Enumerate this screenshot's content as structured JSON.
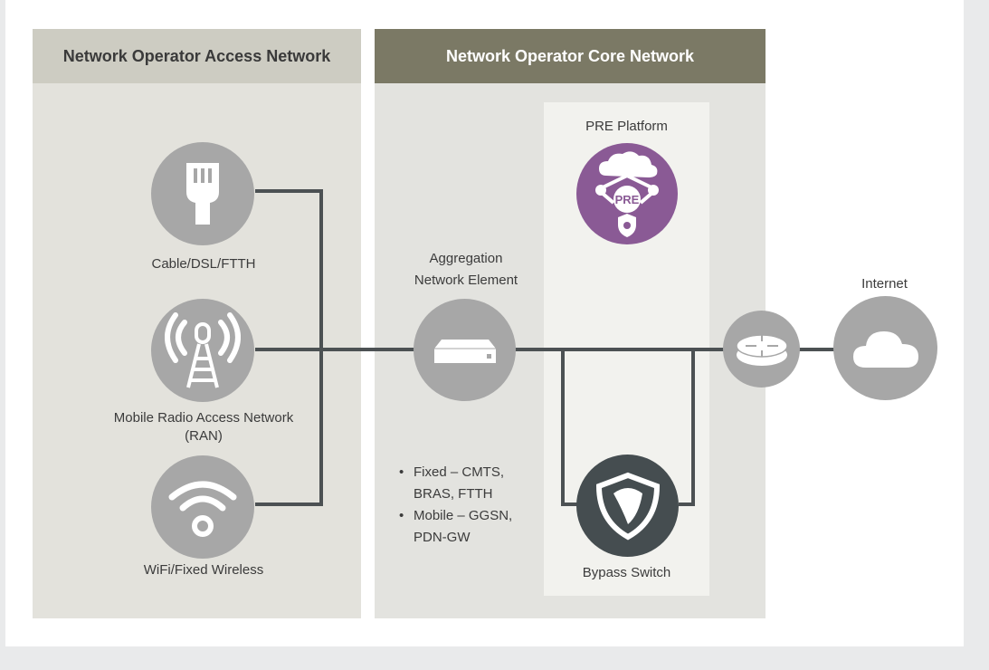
{
  "panels": {
    "access_title": "Network Operator Access Network",
    "core_title": "Network Operator Core Network"
  },
  "nodes": {
    "cable": {
      "label": "Cable/DSL/FTTH",
      "icon": "ethernet-plug-icon"
    },
    "ran": {
      "label_line1": "Mobile Radio Access Network",
      "label_line2": "(RAN)",
      "icon": "radio-tower-icon"
    },
    "wifi": {
      "label": "WiFi/Fixed Wireless",
      "icon": "wifi-icon"
    },
    "aggregation": {
      "label_line1": "Aggregation",
      "label_line2": "Network Element",
      "icon": "server-box-icon"
    },
    "pre": {
      "label": "PRE Platform",
      "badge": "PRE",
      "icon": "pre-cloud-shield-icon"
    },
    "bypass": {
      "label": "Bypass Switch",
      "icon": "shield-logo-icon"
    },
    "router": {
      "icon": "router-icon"
    },
    "internet": {
      "label": "Internet",
      "icon": "cloud-icon"
    }
  },
  "notes": [
    {
      "line1": "Fixed – CMTS,",
      "line2": "BRAS, FTTH"
    },
    {
      "line1": "Mobile – GGSN,",
      "line2": "PDN-GW"
    }
  ],
  "colors": {
    "wire": "#4c5153",
    "gray_node": "#a7a7a7",
    "pre_purple": "#8a5a95",
    "bypass_dark": "#454d50",
    "core_header": "#7b7965",
    "access_header": "#cdccc2"
  }
}
